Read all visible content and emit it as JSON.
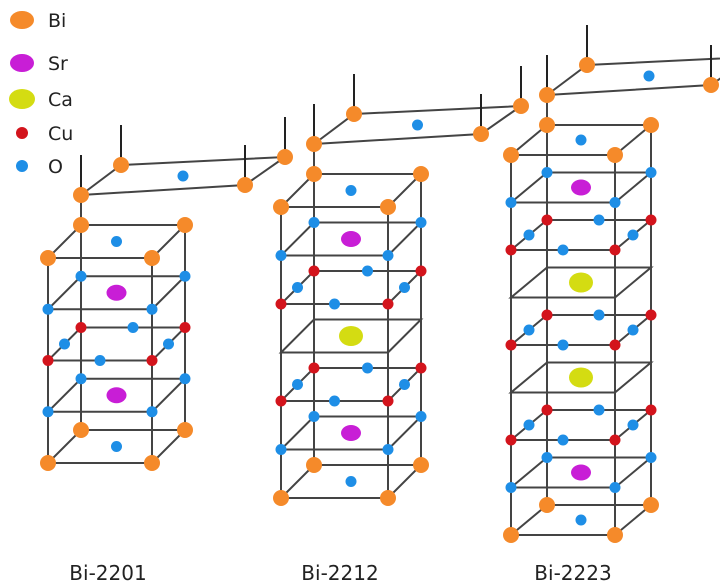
{
  "legend": [
    {
      "label": "Bi",
      "color": "#f58a2a",
      "shape": "large"
    },
    {
      "label": "Sr",
      "color": "#c81ed6",
      "shape": "large"
    },
    {
      "label": "Ca",
      "color": "#d4dc12",
      "shape": "large"
    },
    {
      "label": "Cu",
      "color": "#d3141c",
      "shape": "small"
    },
    {
      "label": "O",
      "color": "#1e8ee6",
      "shape": "small"
    }
  ],
  "structures": [
    {
      "name": "Bi-2201",
      "layers": [
        "Bi",
        "Sr",
        "Cu",
        "Sr",
        "Bi"
      ]
    },
    {
      "name": "Bi-2212",
      "layers": [
        "Bi",
        "Sr",
        "Cu",
        "Ca",
        "Cu",
        "Sr",
        "Bi"
      ]
    },
    {
      "name": "Bi-2223",
      "layers": [
        "Bi",
        "Sr",
        "Cu",
        "Ca",
        "Cu",
        "Ca",
        "Cu",
        "Sr",
        "Bi"
      ]
    }
  ]
}
